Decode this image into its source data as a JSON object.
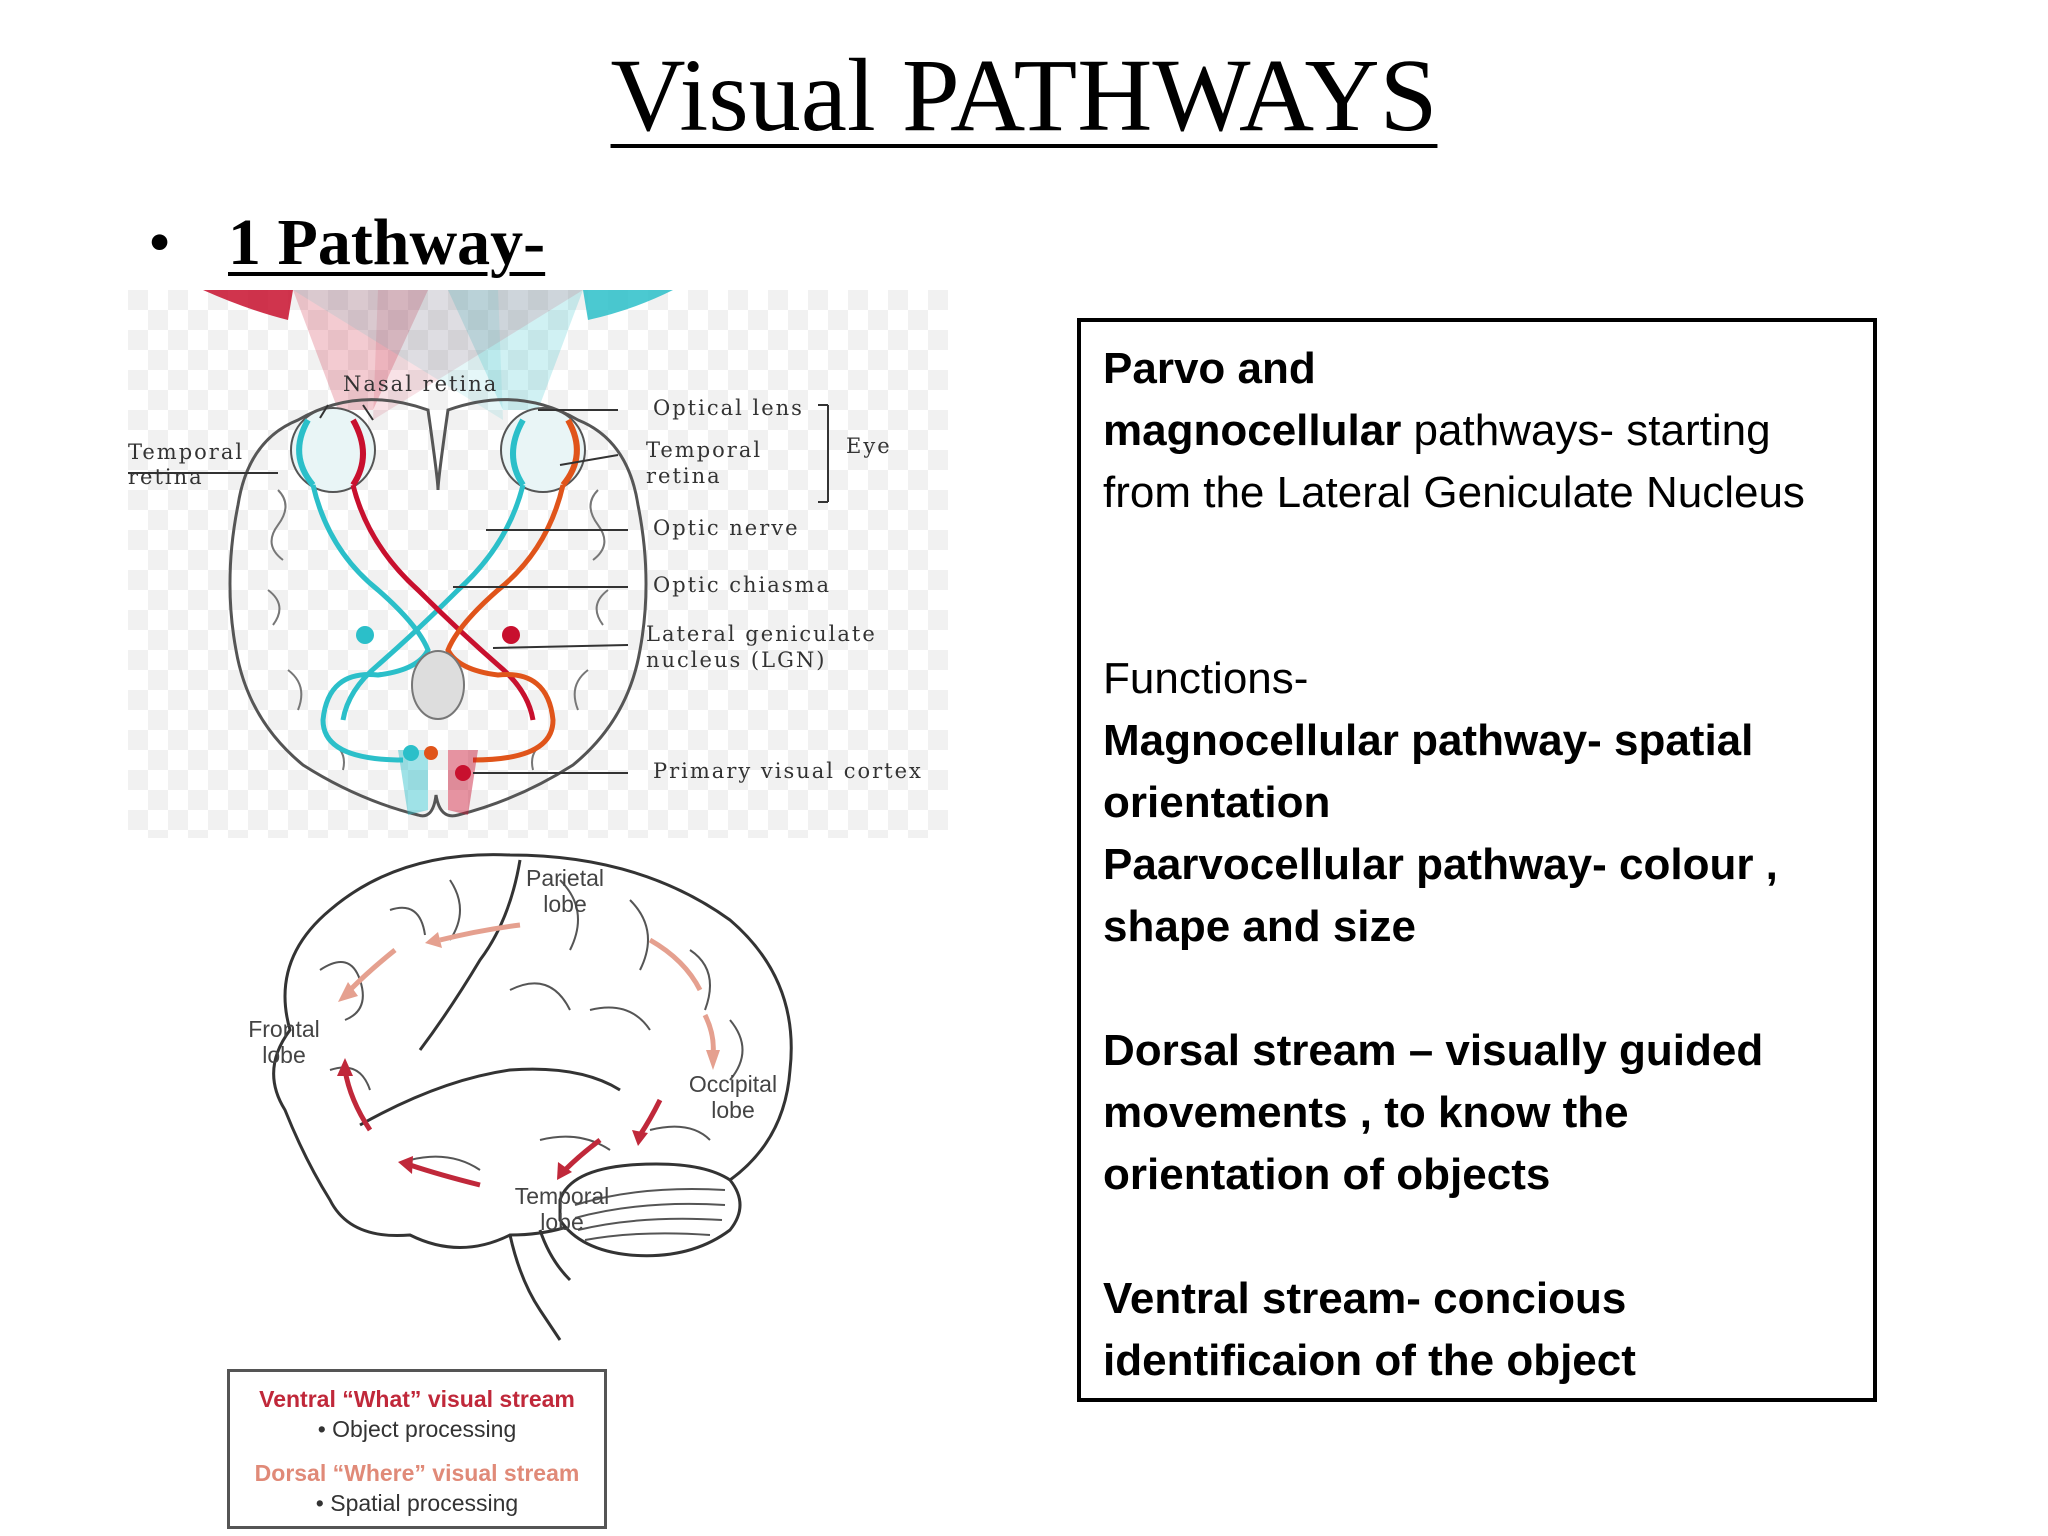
{
  "title": "Visual PATHWAYS",
  "bullet": {
    "symbol": "•",
    "text": "1 Pathway-"
  },
  "eye_diagram": {
    "labels": {
      "nasal_retina": "Nasal retina",
      "temporal_retina_left_1": "Temporal",
      "temporal_retina_left_2": "retina",
      "optical_lens": "Optical lens",
      "temporal_retina_right_1": "Temporal",
      "temporal_retina_right_2": "retina",
      "eye": "Eye",
      "optic_nerve": "Optic nerve",
      "optic_chiasma": "Optic chiasma",
      "lgn_1": "Lateral geniculate",
      "lgn_2": "nucleus (LGN)",
      "primary_visual_cortex": "Primary visual cortex"
    }
  },
  "brain_diagram": {
    "labels": {
      "parietal_1": "Parietal",
      "parietal_2": "lobe",
      "frontal_1": "Frontal",
      "frontal_2": "lobe",
      "occipital_1": "Occipital",
      "occipital_2": "lobe",
      "temporal_1": "Temporal",
      "temporal_2": "lobe"
    },
    "legend": {
      "ventral_title": "Ventral “What” visual stream",
      "ventral_desc": "• Object processing",
      "dorsal_title": "Dorsal “Where” visual stream",
      "dorsal_desc": "• Spatial processing"
    }
  },
  "textbox": {
    "line1": "Parvo and",
    "line2_bold": "magnocellular",
    "line2_rest": " pathways- starting from the Lateral Geniculate Nucleus",
    "functions_heading": "Functions-",
    "magno": "Magnocellular pathway- spatial orientation",
    "parvo": "Paarvocellular pathway- colour , shape and size",
    "dorsal": "Dorsal stream – visually guided movements , to know the orientation of objects",
    "ventral": "Ventral stream- concious identificaion of the object"
  },
  "colors": {
    "cyan_pathway": "#2bbfc9",
    "red_pathway": "#c8102e",
    "orange_pathway": "#e0541a",
    "dorsal_arrow": "#e5a08f",
    "ventral_arrow": "#c0283a"
  }
}
